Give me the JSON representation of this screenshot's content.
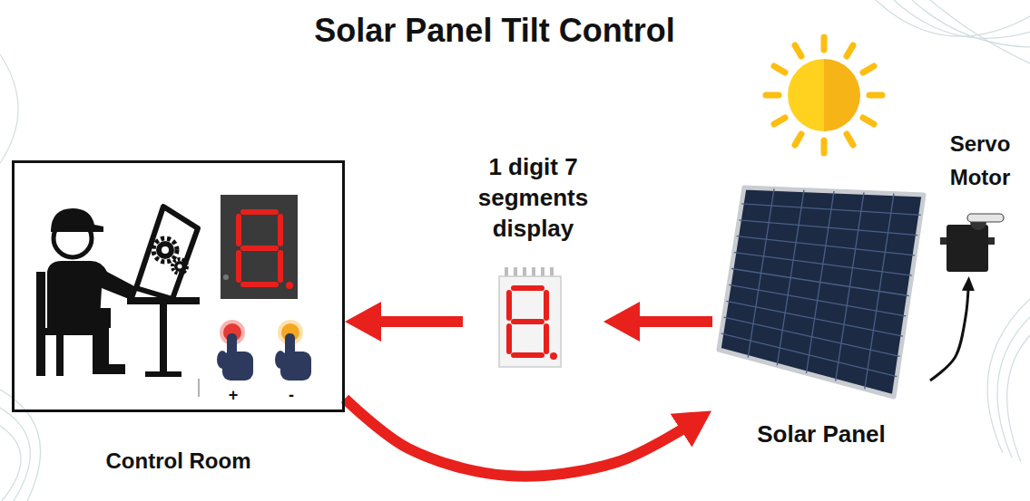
{
  "diagram": {
    "title": "Solar Panel Tilt Control",
    "nodes": [
      {
        "text": [
          "Control Room"
        ]
      },
      {
        "text": [
          "1 digit 7 segments display"
        ]
      },
      {
        "text": [
          "Solar Panel"
        ]
      },
      {
        "text": [
          "Servo Motor"
        ]
      }
    ],
    "edges": [
      {
        "from": 2,
        "to": 1,
        "arrow": "to"
      },
      {
        "from": 1,
        "to": 0,
        "arrow": "to"
      },
      {
        "from": 0,
        "to": 2,
        "arrow": "to"
      },
      {
        "from": 2,
        "to": 3,
        "arrow": "to"
      }
    ],
    "labels": [
      "+",
      "-"
    ]
  }
}
